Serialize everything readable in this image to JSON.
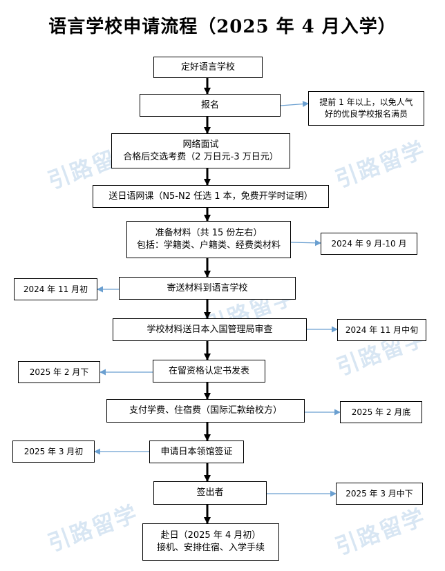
{
  "title": "语言学校申请流程（2025 年 4 月入学）",
  "watermark": "引路留学",
  "steps": [
    {
      "lines": [
        "定好语言学校"
      ]
    },
    {
      "lines": [
        "报名"
      ]
    },
    {
      "lines": [
        "网络面试",
        "合格后交选考费（2 万日元-3 万日元）"
      ]
    },
    {
      "lines": [
        "送日语网课（N5-N2 任选 1 本，免费开学时证明）"
      ]
    },
    {
      "lines": [
        "准备材料（共 15 份左右）",
        "包括：学籍类、户籍类、经费类材料"
      ]
    },
    {
      "lines": [
        "寄送材料到语言学校"
      ]
    },
    {
      "lines": [
        "学校材料送日本入国管理局审查"
      ]
    },
    {
      "lines": [
        "在留资格认定书发表"
      ]
    },
    {
      "lines": [
        "支付学费、住宿费（国际汇款给校方）"
      ]
    },
    {
      "lines": [
        "申请日本领馆签证"
      ]
    },
    {
      "lines": [
        "签出者"
      ]
    },
    {
      "lines": [
        "赴日（2025 年 4 月初）",
        "接机、安排住宿、入学手续"
      ]
    }
  ],
  "notes": [
    {
      "lines": [
        "提前 1 年以上，以免人气",
        "好的优良学校报名满员"
      ]
    },
    {
      "lines": [
        "2024 年 9 月-10 月"
      ]
    },
    {
      "lines": [
        "2024 年 11 月初"
      ]
    },
    {
      "lines": [
        "2024 年 11 月中旬"
      ]
    },
    {
      "lines": [
        "2025 年 2 月下"
      ]
    },
    {
      "lines": [
        "2025 年 2 月底"
      ]
    },
    {
      "lines": [
        "2025 年 3 月初"
      ]
    },
    {
      "lines": [
        "2025 年 3 月中下"
      ]
    }
  ],
  "colors": {
    "arrow_main": "#000000",
    "arrow_side": "#6a9fd0",
    "watermark": "#b9d3ea"
  }
}
